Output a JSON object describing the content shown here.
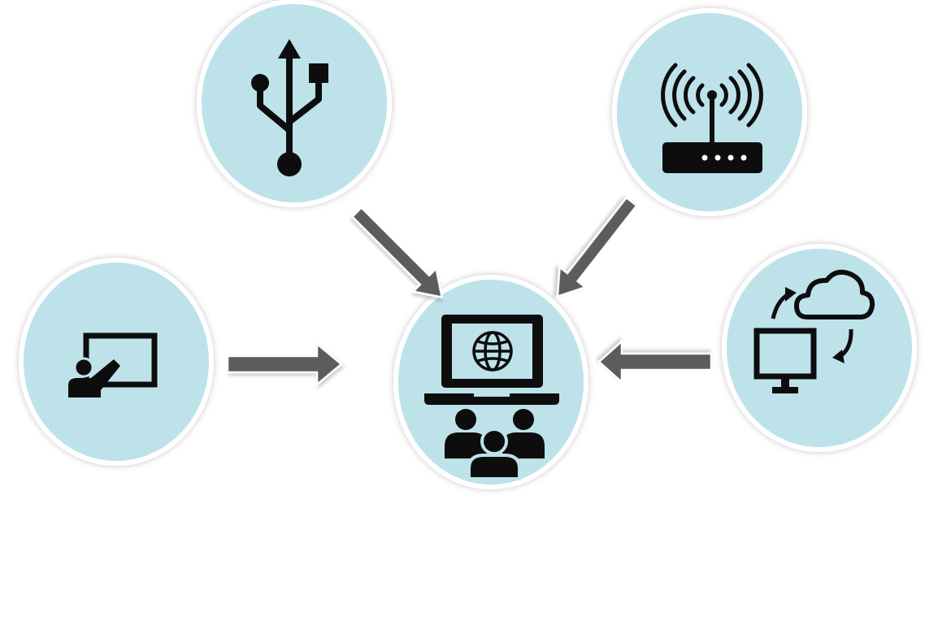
{
  "diagram": {
    "circle_fill": "#bde2ea",
    "circle_ring": "#ffffff",
    "arrow_color": "#5b5b5b",
    "icon_color": "#0d0d0d",
    "center_node": {
      "icons": [
        "laptop-globe-icon",
        "audience-group-icon"
      ]
    },
    "source_nodes": [
      {
        "icon": "usb-icon",
        "arrow": "arrow-usb-to-center"
      },
      {
        "icon": "wifi-router-icon",
        "arrow": "arrow-router-to-center"
      },
      {
        "icon": "presenter-board-icon",
        "arrow": "arrow-presenter-to-center"
      },
      {
        "icon": "cloud-sync-monitor-icon",
        "arrow": "arrow-cloud-to-center"
      }
    ]
  }
}
